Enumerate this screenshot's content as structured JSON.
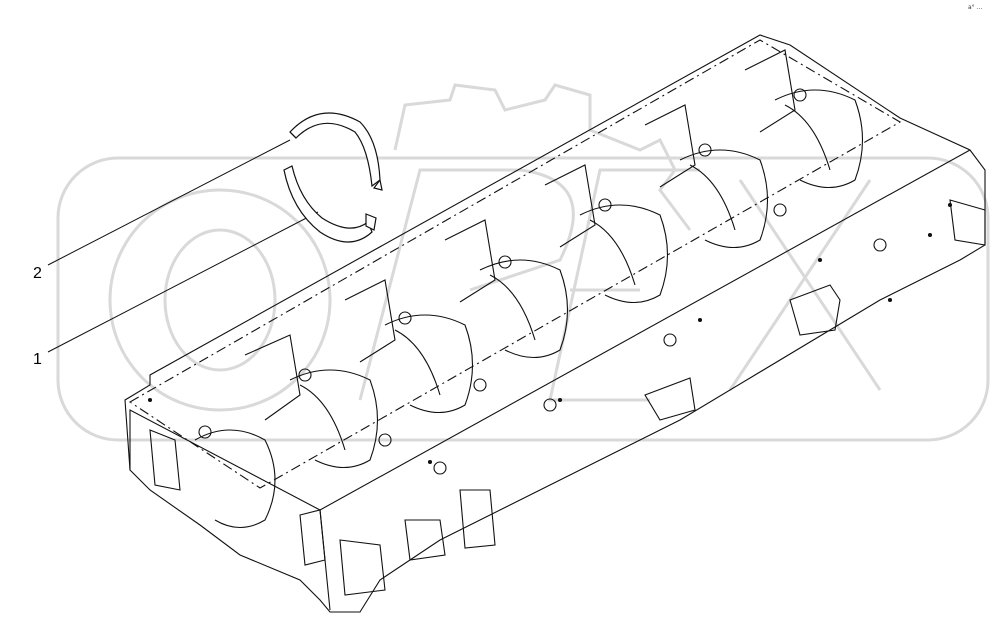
{
  "callouts": [
    {
      "id": "1",
      "label": "1"
    },
    {
      "id": "2",
      "label": "2"
    }
  ],
  "corner_mark": "a° ...",
  "watermark": {
    "text": "OPEX",
    "kind": "logo",
    "color": "#d6d6d6"
  },
  "colors": {
    "line": "#111111",
    "watermark": "#d9d9d9",
    "background": "#ffffff"
  },
  "parts": [
    {
      "ref": "1",
      "name": "thrust-washer-lower"
    },
    {
      "ref": "2",
      "name": "thrust-washer-upper"
    }
  ]
}
